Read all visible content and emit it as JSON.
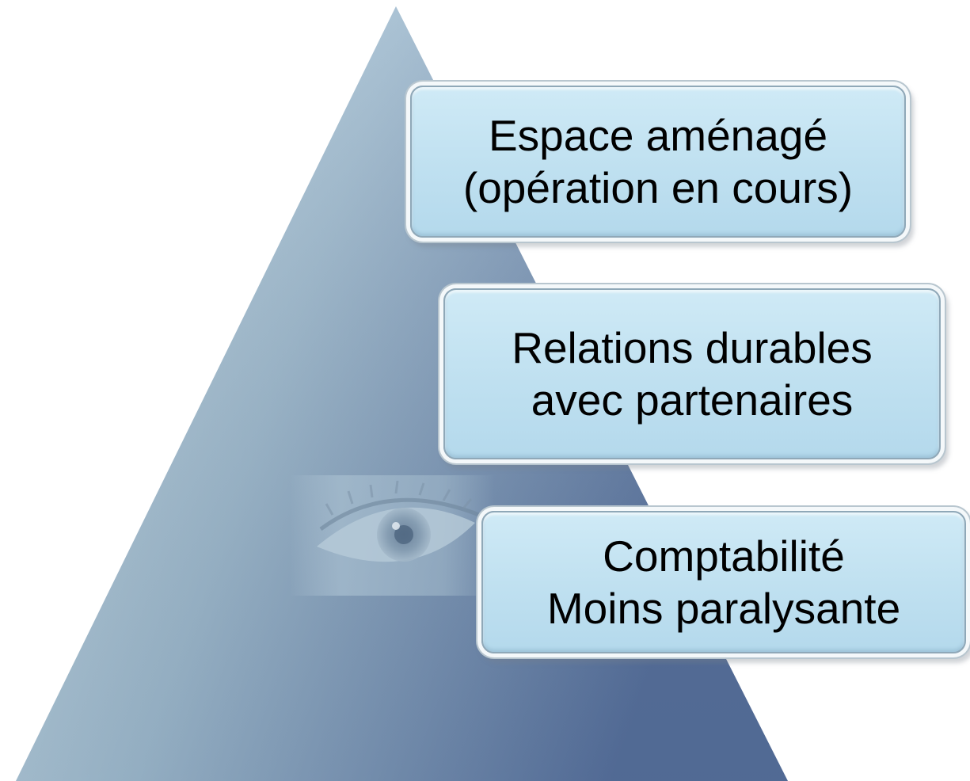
{
  "diagram": {
    "levels": [
      {
        "lines": [
          "Espace aménagé",
          "(opération en cours)"
        ]
      },
      {
        "lines": [
          "Relations durables",
          "avec partenaires"
        ]
      },
      {
        "lines": [
          "Comptabilité",
          "Moins paralysante"
        ]
      }
    ],
    "colors": {
      "pyramid_light": "#bcd6e4",
      "pyramid_dark": "#5a74a0",
      "box_fill": "#c2e2f2",
      "box_border": "#8fa8b8"
    },
    "icons": {
      "center_image": "eye-image-icon"
    }
  }
}
